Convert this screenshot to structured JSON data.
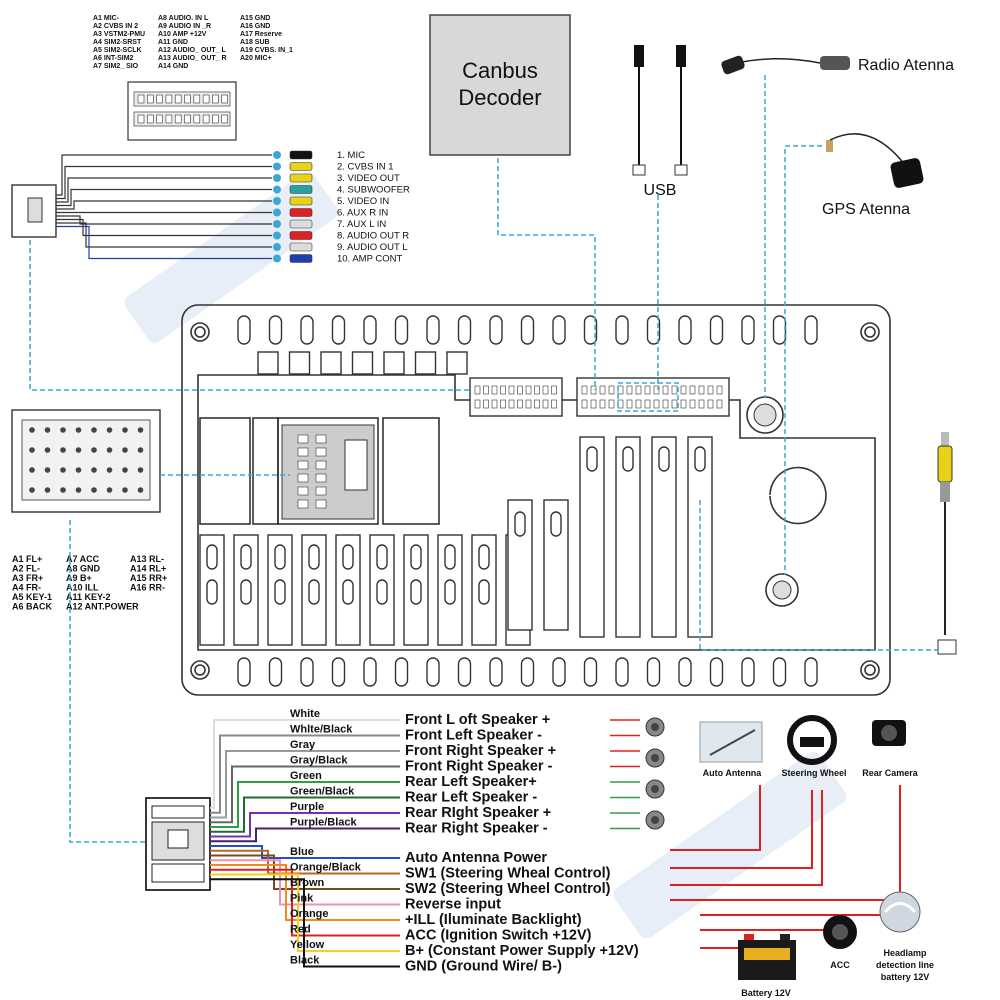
{
  "pin_table_a": {
    "col1": [
      "A1 MIC-",
      "A2 CVBS IN 2",
      "A3 VSTM2-PMU",
      "A4 SIM2-SRST",
      "A5 SIM2-SCLK",
      "A6 INT-SIM2",
      "A7 SIM2_ SIO"
    ],
    "col2": [
      "A8 AUDIO. IN L",
      "A9 AUDIO IN _R",
      "A10 AMP +12V",
      "A11 GND",
      "A12 AUDIO_ OUT_ L",
      "A13 AUDIO_ OUT_ R",
      "A14 GND"
    ],
    "col3": [
      "A15 GND",
      "A16 GND",
      "A17 Reserve",
      "A18 SUB",
      "A19 CVBS. IN_1",
      "A20 MIC+"
    ]
  },
  "av_cable": {
    "items": [
      "1. MIC",
      "2. CVBS IN 1",
      "3. VIDEO OUT",
      "4. SUBWOOFER",
      "5. VIDEO IN",
      "6. AUX R IN",
      "7. AUX L IN",
      "8. AUDIO OUT R",
      "9. AUDIO OUT L",
      "10. AMP CONT"
    ]
  },
  "pin_table_b": {
    "col1": [
      "A1 FL+",
      "A2 FL-",
      "A3 FR+",
      "A4 FR-",
      "A5 KEY-1",
      "A6 BACK"
    ],
    "col2": [
      "A7 ACC",
      "A8 GND",
      "A9 B+",
      "A10 ILL",
      "A11 KEY-2",
      "A12 ANT.POWER"
    ],
    "col3": [
      "A13 RL-",
      "A14 RL+",
      "A15 RR+",
      "A16 RR-"
    ]
  },
  "devices": {
    "canbus": [
      "Canbus",
      "Decoder"
    ],
    "usb": "USB",
    "radio": "Radio Atenna",
    "gps": "GPS Atenna",
    "auto_antenna": "Auto Antenna",
    "steering_wheel": "Steering Wheel",
    "rear_camera": "Rear Camera",
    "acc": "ACC",
    "battery": "Battery 12V",
    "headlamp": [
      "Headlamp",
      "detection line",
      "battery 12V"
    ]
  },
  "harness": [
    {
      "color": "White",
      "func": "Front L oft Speaker +",
      "hex": "#dddddd"
    },
    {
      "color": "Whlte/Black",
      "func": "Front Left Speaker -",
      "hex": "#888888"
    },
    {
      "color": "Gray",
      "func": "Front Right Speaker +",
      "hex": "#9a9a9a"
    },
    {
      "color": "Gray/Black",
      "func": "Front Right Speaker -",
      "hex": "#666666"
    },
    {
      "color": "Green",
      "func": "Rear Left Speaker+",
      "hex": "#2ea043"
    },
    {
      "color": "Green/Black",
      "func": "Rear Left Speaker -",
      "hex": "#1d6e2e"
    },
    {
      "color": "Purple",
      "func": "Rear RIght Speaker +",
      "hex": "#7a2fb0"
    },
    {
      "color": "Purple/Black",
      "func": "Rear Right Speaker -",
      "hex": "#4b1f6e"
    },
    {
      "color": "Blue",
      "func": "Auto Antenna Power",
      "hex": "#1f4fd1"
    },
    {
      "color": "Orange/Black",
      "func": "SW1 (Steering Wheal Control)",
      "hex": "#c0661a"
    },
    {
      "color": "Brown",
      "func": "SW2 (Steering Wheel Control)",
      "hex": "#7a4a1f"
    },
    {
      "color": "Pink",
      "func": "Reverse input",
      "hex": "#f08fb5"
    },
    {
      "color": "Orange",
      "func": "+ILL (Iluminate Backlight)",
      "hex": "#f08a1a"
    },
    {
      "color": "Red",
      "func": "ACC (Ignition Switch +12V)",
      "hex": "#e02020"
    },
    {
      "color": "Yellow",
      "func": "B+ (Constant Power Supply +12V)",
      "hex": "#f2d21a"
    },
    {
      "color": "Black",
      "func": "GND (Ground Wire/ B-)",
      "hex": "#111111"
    }
  ],
  "colors": {
    "dash": "#3aa7d6",
    "power": "#e02020",
    "watermark": "#3a6fc4"
  }
}
